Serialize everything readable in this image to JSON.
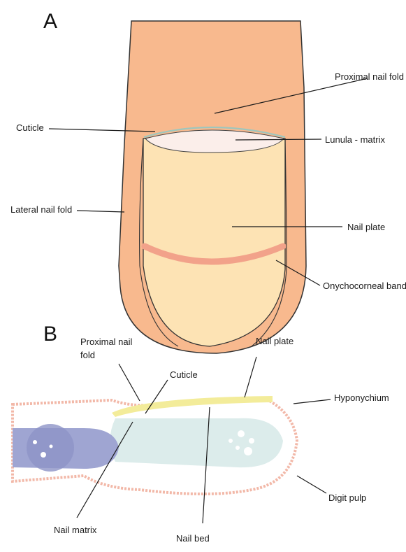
{
  "panels": [
    {
      "letter": "A",
      "labels": {
        "proximal_nail_fold": "Proximal nail fold",
        "cuticle": "Cuticle",
        "lunula_matrix": "Lunula - matrix",
        "lateral_nail_fold": "Lateral nail fold",
        "nail_plate": "Nail plate",
        "onychocorneal_band": "Onychocorneal band"
      }
    },
    {
      "letter": "B",
      "labels": {
        "proximal_nail_fold_line1": "Proximal nail",
        "proximal_nail_fold_line2": "fold",
        "nail_plate": "Nail plate",
        "cuticle": "Cuticle",
        "hyponychium": "Hyponychium",
        "digit_pulp": "Digit pulp",
        "nail_matrix": "Nail matrix",
        "nail_bed": "Nail bed"
      }
    }
  ],
  "colors": {
    "skin": "#f8b98e",
    "skin_outline": "#333333",
    "nail_plate": "#fde3b4",
    "lunula": "#fbeeea",
    "band": "#f2a28a",
    "bone_distal": "#dceceb",
    "bone_proximal": "#9fa5d2",
    "joint": "#8d93c7",
    "section_outline": "#f2b8a8",
    "plate_section": "#f3ec9a"
  }
}
